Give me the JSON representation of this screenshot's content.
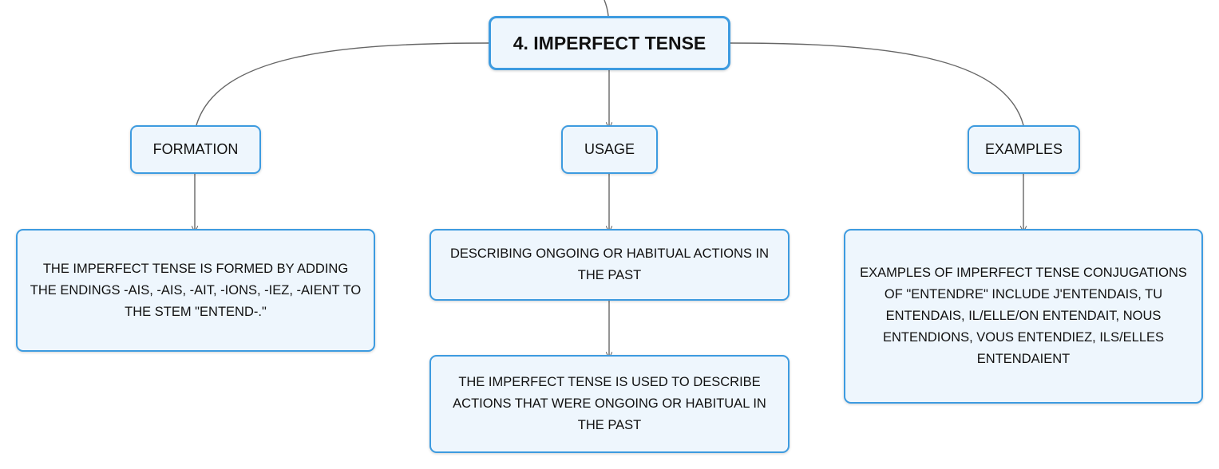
{
  "mindmap": {
    "root": {
      "label": "4. IMPERFECT TENSE"
    },
    "formation": {
      "label": "FORMATION",
      "detail": "THE IMPERFECT TENSE IS FORMED BY ADDING THE ENDINGS -AIS, -AIS, -AIT, -IONS, -IEZ, -AIENT TO THE STEM \"ENTEND-.\""
    },
    "usage": {
      "label": "USAGE",
      "detail_1": "DESCRIBING ONGOING OR HABITUAL ACTIONS IN THE PAST",
      "detail_2": "THE IMPERFECT TENSE IS USED TO DESCRIBE ACTIONS THAT WERE ONGOING OR HABITUAL IN THE PAST"
    },
    "examples": {
      "label": "EXAMPLES",
      "detail": "EXAMPLES OF IMPERFECT TENSE CONJUGATIONS OF \"ENTENDRE\" INCLUDE J'ENTENDAIS, TU ENTENDAIS, IL/ELLE/ON ENTENDAIT, NOUS ENTENDIONS, VOUS ENTENDIEZ, ILS/ELLES ENTENDAIENT"
    }
  },
  "colors": {
    "node_border": "#3d9be0",
    "node_fill": "#eef6fd",
    "connector": "#666666"
  }
}
